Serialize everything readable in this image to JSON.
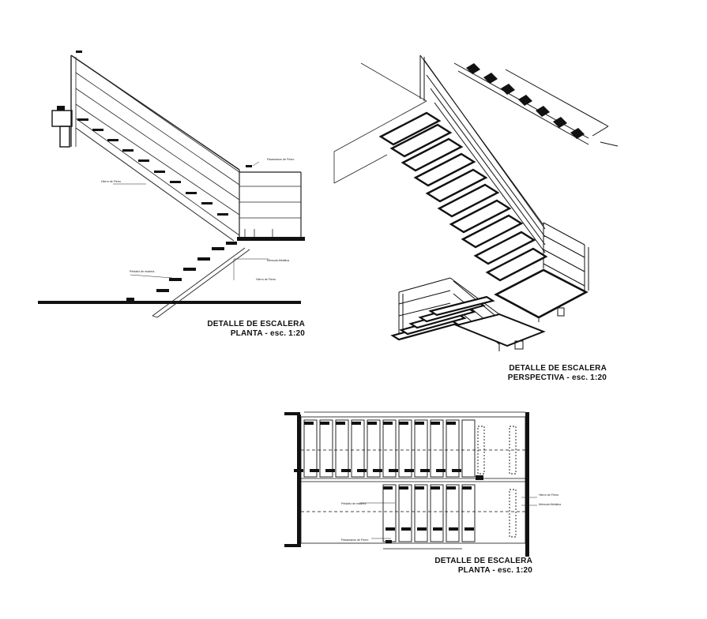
{
  "views": {
    "elevation": {
      "title_line1": "DETALLE DE ESCALERA",
      "title_line2": "PLANTA - esc. 1:20",
      "notes": [
        "Pasamanos de Fierro",
        "Hierro de Fierro",
        "Peldaño de madera",
        "Ménsula Metálica",
        "Hierro de Fierro"
      ]
    },
    "perspective": {
      "title_line1": "DETALLE DE ESCALERA",
      "title_line2": "PERSPECTIVA - esc. 1:20"
    },
    "plan": {
      "title_line1": "DETALLE DE ESCALERA",
      "title_line2": "PLANTA - esc. 1:20",
      "notes": [
        "Peldaño de madera",
        "Pasamanos de Fierro",
        "Hierro de Fierro",
        "Ménsula Metálica"
      ]
    }
  },
  "colors": {
    "ink": "#111111",
    "paper": "#ffffff"
  }
}
